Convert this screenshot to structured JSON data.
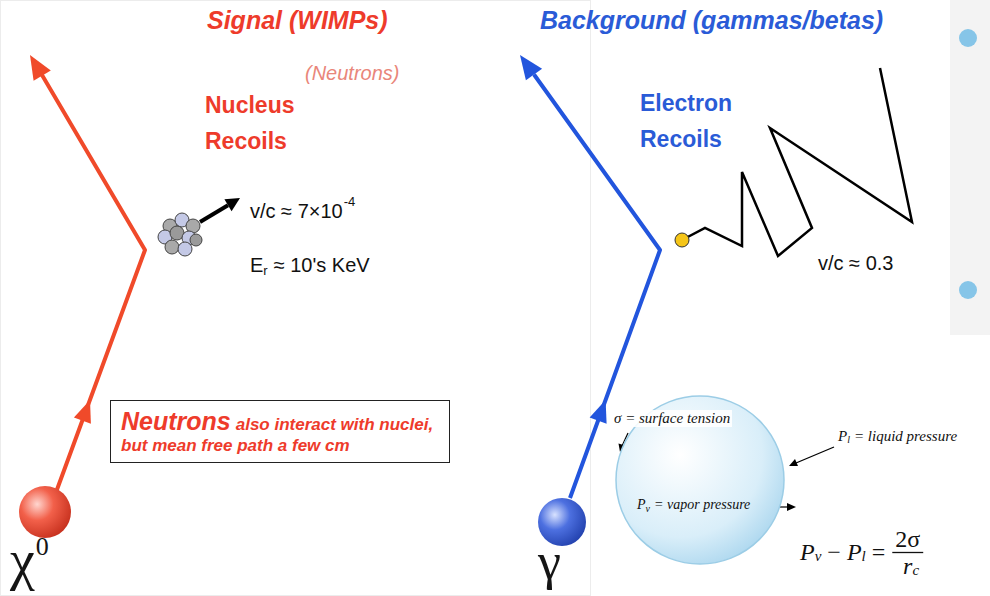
{
  "diagram": {
    "nodes": [
      {
        "text": [
          "Neutrons",
          "also interact with nuclei, but mean free path a few cm"
        ]
      },
      {
        "text": [
          "P",
          "v",
          "= vapor pressure"
        ]
      }
    ],
    "labels": [
      "Signal (WIMPs)",
      "(Neutrons)",
      "Nucleus",
      "Recoils",
      "v/c ≈ 7×10",
      "-4",
      "E",
      "r",
      "≈ 10's KeV",
      "χ",
      "0",
      "Background (gammas/betas)",
      "Electron",
      "Recoils",
      "v/c ≈ 0.3",
      "γ",
      "σ = surface tension",
      "P",
      "l",
      "= liquid pressure",
      "P",
      "v",
      "−",
      "P",
      "l",
      "=",
      "2σ",
      "r",
      "c"
    ]
  }
}
